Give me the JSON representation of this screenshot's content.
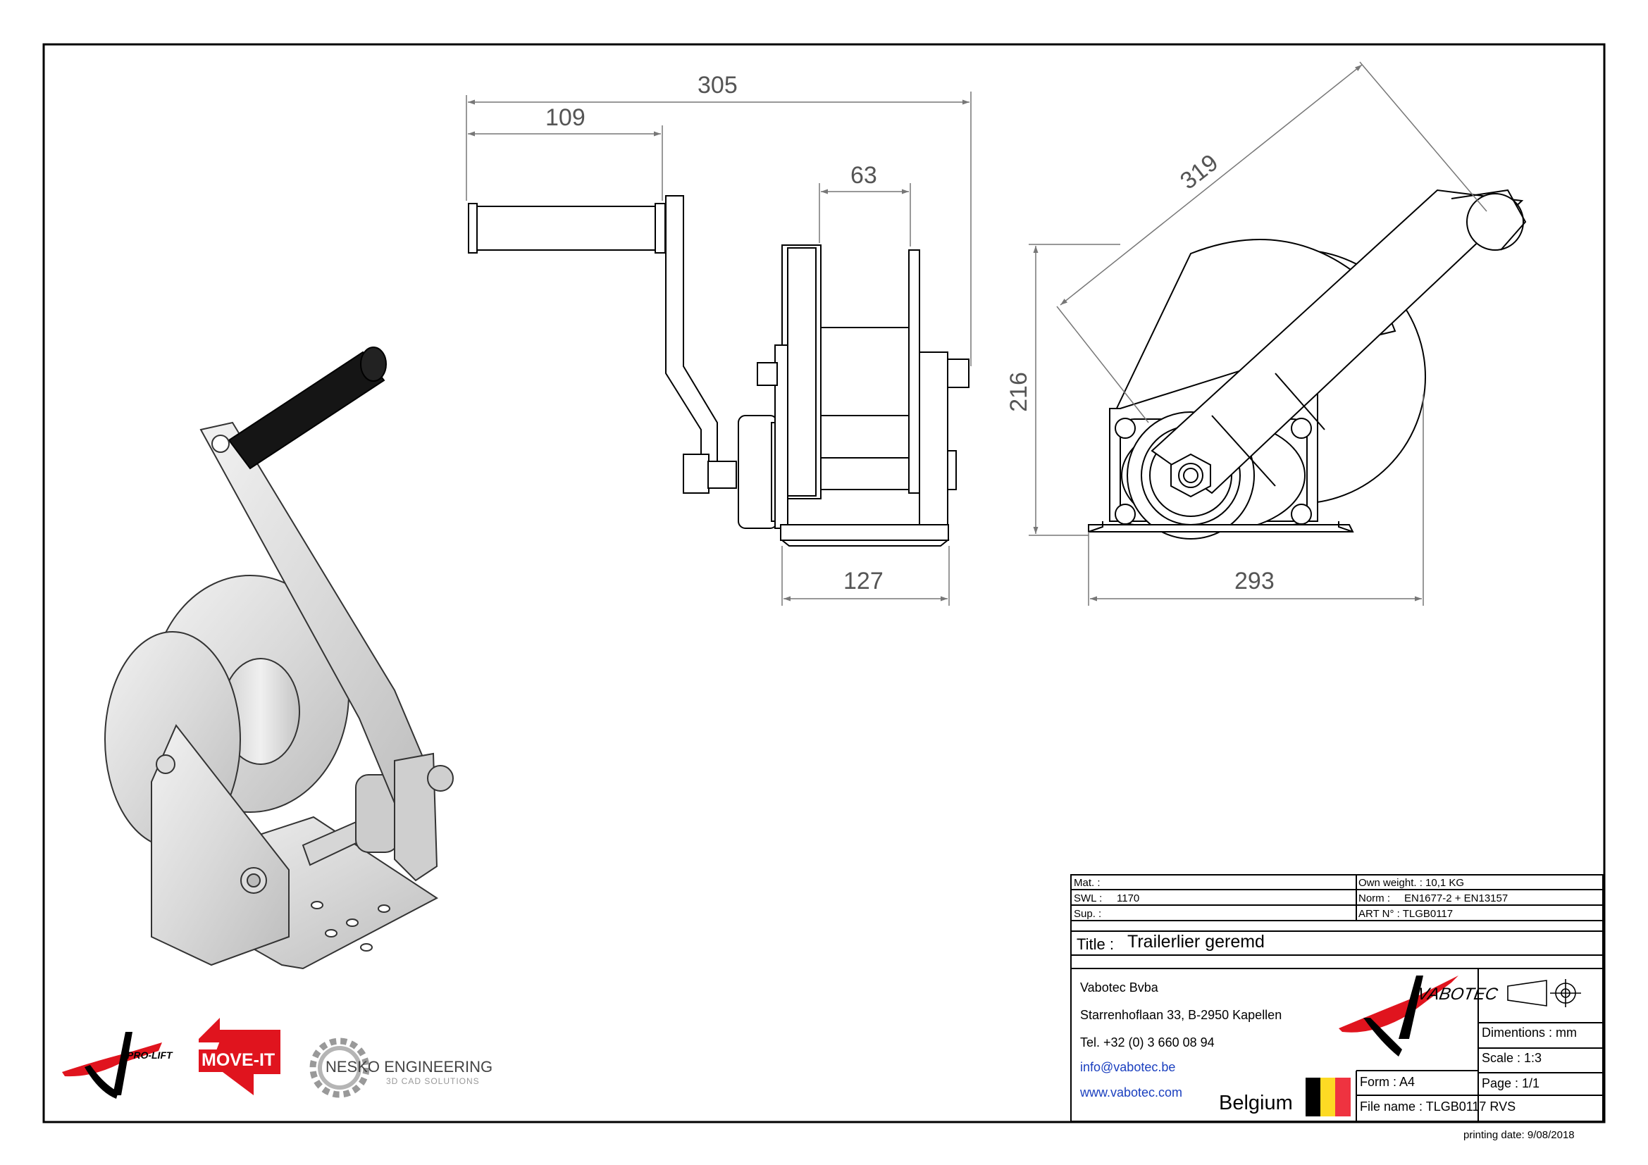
{
  "dimensions": {
    "overall_length": "305",
    "handle_length": "109",
    "drum_width": "63",
    "base_width": "127",
    "diagonal": "319",
    "height": "216",
    "base_length": "293"
  },
  "title_block": {
    "mat": "Mat. :",
    "swl_label": "SWL :",
    "swl_value": "1170",
    "sup": "Sup. :",
    "own_weight": "Own weight. : 10,1 KG",
    "norm_label": "Norm :",
    "norm_value": "EN1677-2 + EN13157",
    "art_no": "ART N° : TLGB0117",
    "title_label": "Title :",
    "title_value": "Trailerlier geremd",
    "company": "Vabotec Bvba",
    "address": "Starrenhoflaan 33, B-2950 Kapellen",
    "phone": "Tel. +32 (0) 3 660 08 94",
    "email": "info@vabotec.be",
    "website": "www.vabotec.com",
    "country": "Belgium",
    "units": "Dimentions : mm",
    "scale": "Scale : 1:3",
    "page": "Page : 1/1",
    "form": "Form : A4",
    "file_name": "File name : TLGB0117 RVS"
  },
  "logos": {
    "vabotec": "VABOTEC",
    "pro_lift": "PRO-LIFT",
    "move_it": "MOVE-IT",
    "nesko": "NESKO ENGINEERING",
    "nesko_sub": "3D CAD SOLUTIONS"
  },
  "printing_date": "printing date: 9/08/2018",
  "colors": {
    "line": "#000000",
    "dimension": "#777777",
    "brand_red": "#e0141e",
    "link_blue": "#1a3fbf",
    "flag_black": "#000000",
    "flag_yellow": "#fdda24",
    "flag_red": "#ef3340"
  }
}
